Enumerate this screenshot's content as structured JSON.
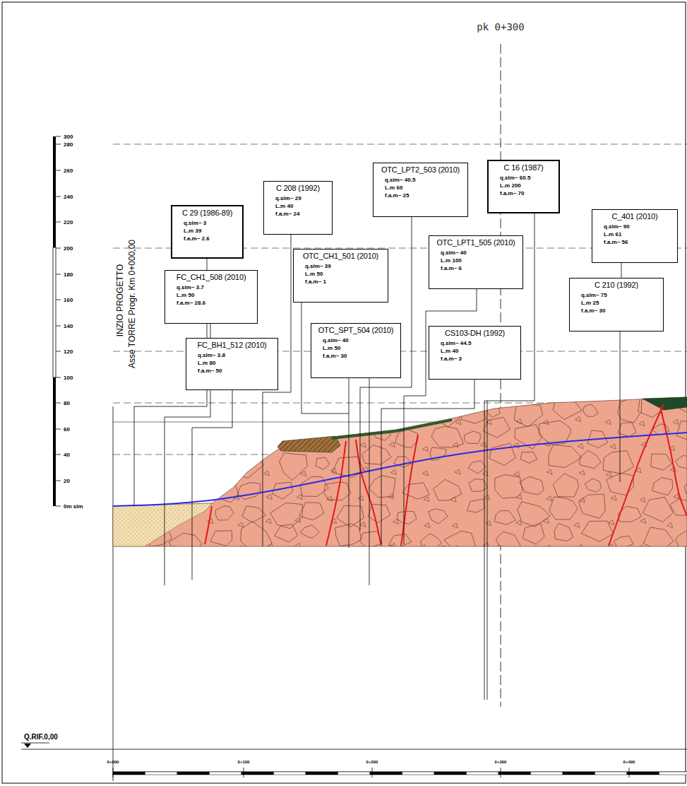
{
  "diagram": {
    "nodes": [
      {
        "text": [
          "C 16 (1987)",
          "q.slm~ 60.5",
          "L.m 200",
          "f.a.m~ 70"
        ]
      },
      {
        "text": [
          "OTC_LPT2_503 (2010)",
          "q.slm~ 40.5",
          "L.m 60",
          "f.a.m~ 25"
        ]
      },
      {
        "text": [
          "C 208 (1992)",
          "q.slm~ 29",
          "L.m 40",
          "f.a.m~ 24"
        ]
      },
      {
        "text": [
          "C 29 (1986-89)",
          "q.slm~ 3",
          "L.m 39",
          "f.a.m~ 2.6"
        ]
      },
      {
        "text": [
          "C_401 (2010)",
          "q.slm~ 90",
          "L.m 61",
          "f.a.m~ 56"
        ]
      },
      {
        "text": [
          "OTC_LPT1_505 (2010)",
          "q.slm~ 40",
          "L.m 100",
          "f.a.m~ 6"
        ]
      },
      {
        "text": [
          "OTC_CH1_501 (2010)",
          "q.slm~ 39",
          "L.m 50",
          "f.a.m~ 1"
        ]
      },
      {
        "text": [
          "FC_CH1_508 (2010)",
          "q.slm~ 3.7",
          "L.m 50",
          "f.a.m~ 28.6"
        ]
      },
      {
        "text": [
          "C 210 (1992)",
          "q.slm~ 75",
          "L.m 25",
          "f.a.m~ 30"
        ]
      },
      {
        "text": [
          "OTC_SPT_504 (2010)",
          "q.slm~ 40",
          "L.m 50",
          "f.a.m~ 30"
        ]
      },
      {
        "text": [
          "CS103-DH (1992)",
          "q.slm~ 44.5",
          "L.m 40",
          "f.a.m~ 3"
        ]
      },
      {
        "text": [
          "FC_BH1_512 (2010)",
          "q.slm~ 3.8",
          "L.m 80",
          "f.a.m~ 50"
        ]
      }
    ],
    "labels": [
      "pk 0+300",
      "300",
      "280",
      "260",
      "240",
      "220",
      "200",
      "180",
      "160",
      "140",
      "120",
      "100",
      "80",
      "60",
      "40",
      "20",
      "0m slm",
      "INZIO PROGETTO",
      "Asse TORRE Progr. Km 0+000,00",
      "Q.RIF.0,00",
      "0+000",
      "0+100",
      "0+200",
      "0+300",
      "0+400"
    ]
  }
}
